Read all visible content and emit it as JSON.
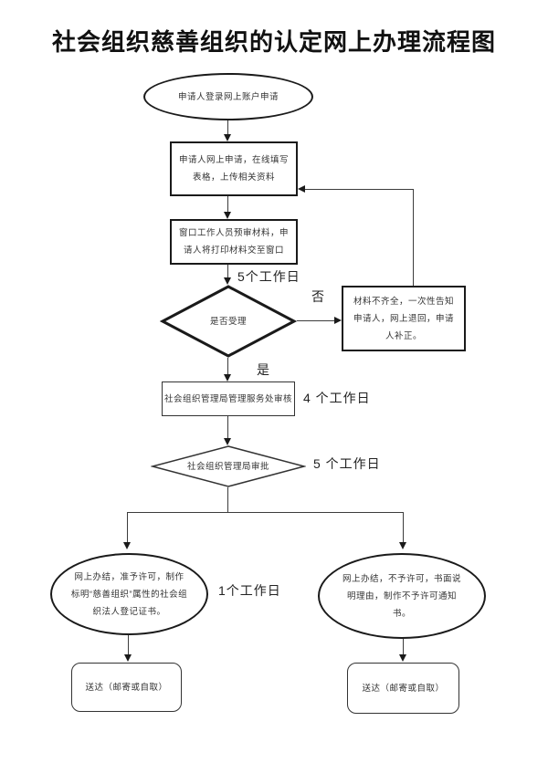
{
  "title": "社会组织慈善组织的认定网上办理流程图",
  "flow": {
    "start": "申请人登录网上账户申请",
    "apply": "申请人网上申请，在线填写表格，上传相关资料",
    "window_check": "窗口工作人员预审材料，申请人将打印材料交至窗口",
    "accept_decision": "是否受理",
    "incomplete": "材料不齐全，一次性告知申请人，网上退回，申请人补正。",
    "bureau_review": "社会组织管理局管理服务处审核",
    "approve_decision": "社会组织管理局审批",
    "approved": "网上办结，准予许可，制作标明“慈善组织”属性的社会组织法人登记证书。",
    "denied": "网上办结，不予许可，书面说明理由，制作不予许可通知书。",
    "deliver_left": "送达（邮寄或自取）",
    "deliver_right": "送达（邮寄或自取）"
  },
  "labels": {
    "days5_accept": "5个工作日",
    "no": "否",
    "yes": "是",
    "days4": "4 个工作日",
    "days5_approve": "5 个工作日",
    "days1": "1个工作日"
  },
  "colors": {
    "line": "#3c3c3c",
    "shape_border": "#1a1a1a",
    "text": "#333333",
    "background": "#ffffff"
  }
}
